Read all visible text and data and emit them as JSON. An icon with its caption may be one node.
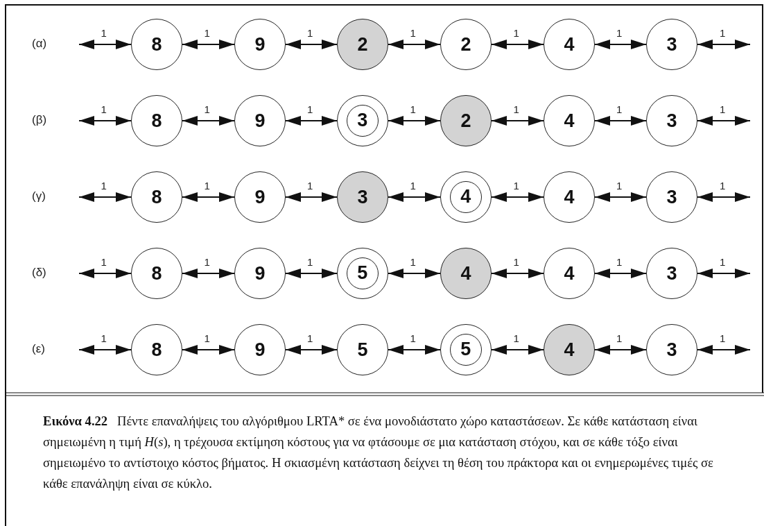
{
  "diagram": {
    "caption": "**Εικόνα 4.22**   Πέντε επαναλήψεις του αλγόριθμου LRTA* σε ένα μονοδιάστατο χώρο καταστάσεων. Σε κάθε κατάσταση είναι σημειωμένη η τιμή *H*(*s*), η τρέχουσα εκτίμηση κόστους για να φτάσουμε σε μια κατάσταση στόχου, και σε κάθε τόξο είναι σημειωμένο το αντίστοιχο κόστος βήματος. Η σκιασμένη κατάσταση δείχνει τη θέση του πράκτορα και οι ενημερωμένες τιμές σε κάθε επανάληψη είναι σε κύκλο.",
    "nodes": [
      {
        "text": [
          "8"
        ]
      },
      {
        "text": [
          "9"
        ]
      },
      {
        "text": [
          "2"
        ]
      },
      {
        "text": [
          "2"
        ]
      },
      {
        "text": [
          "4"
        ]
      },
      {
        "text": [
          "3"
        ]
      },
      {
        "text": [
          "8"
        ]
      },
      {
        "text": [
          "9"
        ]
      },
      {
        "text": [],
        "shape": "circle"
      },
      {
        "text": [
          "3"
        ],
        "in": 8
      },
      {
        "text": [
          "2"
        ]
      },
      {
        "text": [
          "4"
        ]
      },
      {
        "text": [
          "3"
        ]
      },
      {
        "text": [
          "8"
        ]
      },
      {
        "text": [
          "9"
        ]
      },
      {
        "text": [
          "3"
        ]
      },
      {
        "text": [],
        "shape": "circle"
      },
      {
        "text": [
          "4"
        ],
        "in": 16
      },
      {
        "text": [
          "4"
        ]
      },
      {
        "text": [
          "3"
        ]
      },
      {
        "text": [
          "8"
        ]
      },
      {
        "text": [
          "9"
        ]
      },
      {
        "text": [],
        "shape": "circle"
      },
      {
        "text": [
          "5"
        ],
        "in": 22
      },
      {
        "text": [
          "4"
        ]
      },
      {
        "text": [
          "4"
        ]
      },
      {
        "text": [
          "3"
        ]
      },
      {
        "text": [
          "8"
        ]
      },
      {
        "text": [
          "9"
        ]
      },
      {
        "text": [
          "5"
        ]
      },
      {
        "text": [],
        "shape": "circle"
      },
      {
        "text": [
          "5"
        ],
        "in": 30
      },
      {
        "text": [
          "4"
        ]
      },
      {
        "text": [
          "3"
        ]
      }
    ],
    "edges": [
      {
        "from": null,
        "to": 0,
        "arrow": "both",
        "label": "1"
      },
      {
        "from": 0,
        "to": 1,
        "arrow": "both",
        "label": "1"
      },
      {
        "from": 1,
        "to": 2,
        "arrow": "both",
        "label": "1"
      },
      {
        "from": 2,
        "to": 3,
        "arrow": "both",
        "label": "1"
      },
      {
        "from": 3,
        "to": 4,
        "arrow": "both",
        "label": "1"
      },
      {
        "from": 4,
        "to": 5,
        "arrow": "both",
        "label": "1"
      },
      {
        "from": 5,
        "to": null,
        "arrow": "both",
        "label": "1"
      },
      {
        "from": null,
        "to": 6,
        "arrow": "both",
        "label": "1"
      },
      {
        "from": 6,
        "to": 7,
        "arrow": "both",
        "label": "1"
      },
      {
        "from": 7,
        "to": 8,
        "arrow": "both",
        "label": "1"
      },
      {
        "from": 8,
        "to": 10,
        "arrow": "both",
        "label": "1"
      },
      {
        "from": 10,
        "to": 11,
        "arrow": "both",
        "label": "1"
      },
      {
        "from": 11,
        "to": 12,
        "arrow": "both",
        "label": "1"
      },
      {
        "from": 12,
        "to": null,
        "arrow": "both",
        "label": "1"
      },
      {
        "from": null,
        "to": 13,
        "arrow": "both",
        "label": "1"
      },
      {
        "from": 13,
        "to": 14,
        "arrow": "both",
        "label": "1"
      },
      {
        "from": 14,
        "to": 15,
        "arrow": "both",
        "label": "1"
      },
      {
        "from": 15,
        "to": 16,
        "arrow": "both",
        "label": "1"
      },
      {
        "from": 16,
        "to": 18,
        "arrow": "both",
        "label": "1"
      },
      {
        "from": 18,
        "to": 19,
        "arrow": "both",
        "label": "1"
      },
      {
        "from": 19,
        "to": null,
        "arrow": "both",
        "label": "1"
      },
      {
        "from": null,
        "to": 20,
        "arrow": "both",
        "label": "1"
      },
      {
        "from": 20,
        "to": 21,
        "arrow": "both",
        "label": "1"
      },
      {
        "from": 21,
        "to": 22,
        "arrow": "both",
        "label": "1"
      },
      {
        "from": 22,
        "to": 24,
        "arrow": "both",
        "label": "1"
      },
      {
        "from": 24,
        "to": 25,
        "arrow": "both",
        "label": "1"
      },
      {
        "from": 25,
        "to": 26,
        "arrow": "both",
        "label": "1"
      },
      {
        "from": 26,
        "to": null,
        "arrow": "both",
        "label": "1"
      },
      {
        "from": null,
        "to": 27,
        "arrow": "both",
        "label": "1"
      },
      {
        "from": 27,
        "to": 28,
        "arrow": "both",
        "label": "1"
      },
      {
        "from": 28,
        "to": 29,
        "arrow": "both",
        "label": "1"
      },
      {
        "from": 29,
        "to": 30,
        "arrow": "both",
        "label": "1"
      },
      {
        "from": 30,
        "to": 32,
        "arrow": "both",
        "label": "1"
      },
      {
        "from": 32,
        "to": 33,
        "arrow": "both",
        "label": "1"
      },
      {
        "from": 33,
        "to": null,
        "arrow": "both",
        "label": "1"
      }
    ],
    "labels": [
      "(α)",
      "(β)",
      "(γ)",
      "(δ)",
      "(ε)"
    ]
  }
}
